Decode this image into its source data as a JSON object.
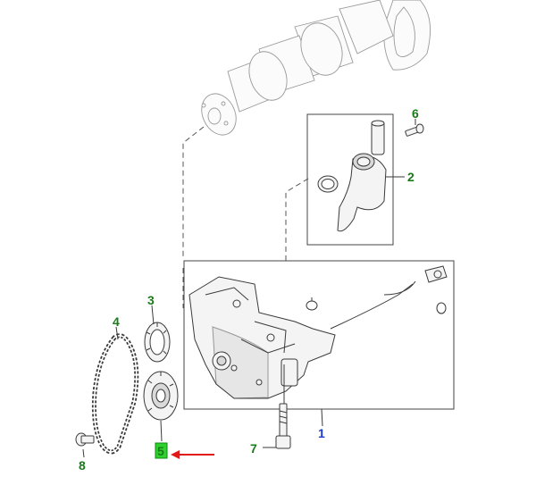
{
  "callouts": {
    "c1": "1",
    "c2": "2",
    "c3": "3",
    "c4": "4",
    "c5": "5",
    "c6": "6",
    "c7": "7",
    "c8": "8"
  },
  "colors": {
    "callout_green": "#1a7a1a",
    "callout_blue": "#1a3cc8",
    "highlight_box": "#2fd12f",
    "arrow_red": "#e01818"
  }
}
